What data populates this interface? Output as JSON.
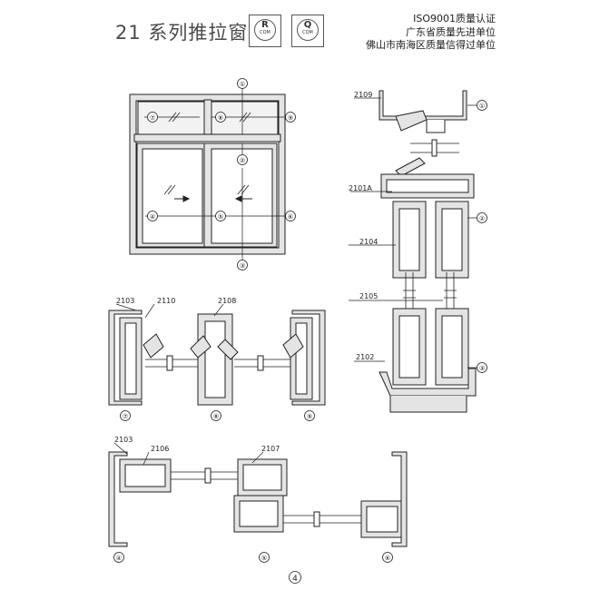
{
  "title": "21 系列推拉窗",
  "logos": [
    {
      "letter": "R",
      "sub": "CQM",
      "icon": "r-cqm-cert-logo"
    },
    {
      "letter": "Q",
      "sub": "CQM",
      "icon": "q-cqm-cert-logo"
    }
  ],
  "certifications": [
    "ISO9001质量认证",
    "广东省质量先进单位",
    "佛山市南海区质量信得过单位"
  ],
  "part_labels": {
    "p2109": "2109",
    "p2101a": "2101A",
    "p2104": "2104",
    "p2105": "2105",
    "p2102": "2102",
    "p2103a": "2103",
    "p2110": "2110",
    "p2108": "2108",
    "p2103b": "2103",
    "p2106": "2106",
    "p2107": "2107"
  },
  "markers": {
    "m1": "①",
    "m2": "②",
    "m3": "③",
    "m4": "④",
    "m5": "⑤",
    "m6": "⑥",
    "m7": "⑦",
    "m8": "⑧",
    "m9": "⑨"
  },
  "page_number": "4"
}
